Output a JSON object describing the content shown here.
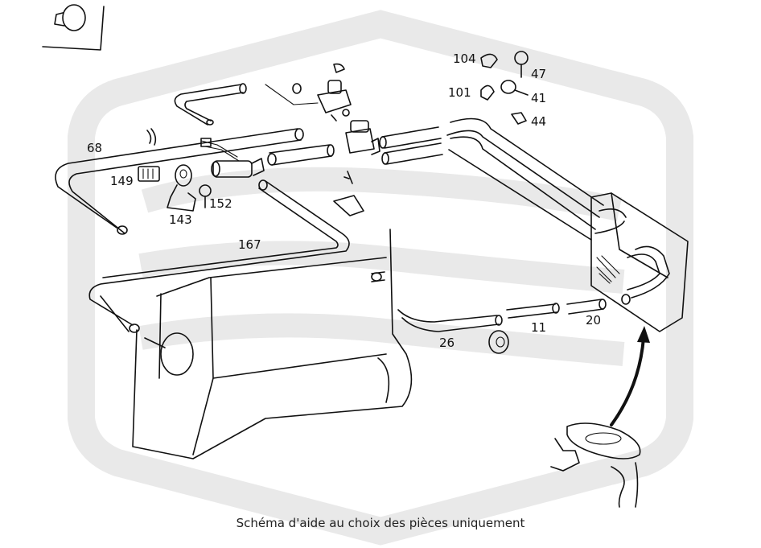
{
  "caption": "Schéma d'aide au choix des pièces uniquement",
  "watermark_color": "#e9e9e9",
  "part_labels": [
    {
      "id": "label-104",
      "text": "104"
    },
    {
      "id": "label-47",
      "text": "47"
    },
    {
      "id": "label-101",
      "text": "101"
    },
    {
      "id": "label-41",
      "text": "41"
    },
    {
      "id": "label-44",
      "text": "44"
    },
    {
      "id": "label-68",
      "text": "68"
    },
    {
      "id": "label-149",
      "text": "149"
    },
    {
      "id": "label-152",
      "text": "152"
    },
    {
      "id": "label-143",
      "text": "143"
    },
    {
      "id": "label-167",
      "text": "167"
    },
    {
      "id": "label-11",
      "text": "11"
    },
    {
      "id": "label-20",
      "text": "20"
    },
    {
      "id": "label-26",
      "text": "26"
    }
  ]
}
